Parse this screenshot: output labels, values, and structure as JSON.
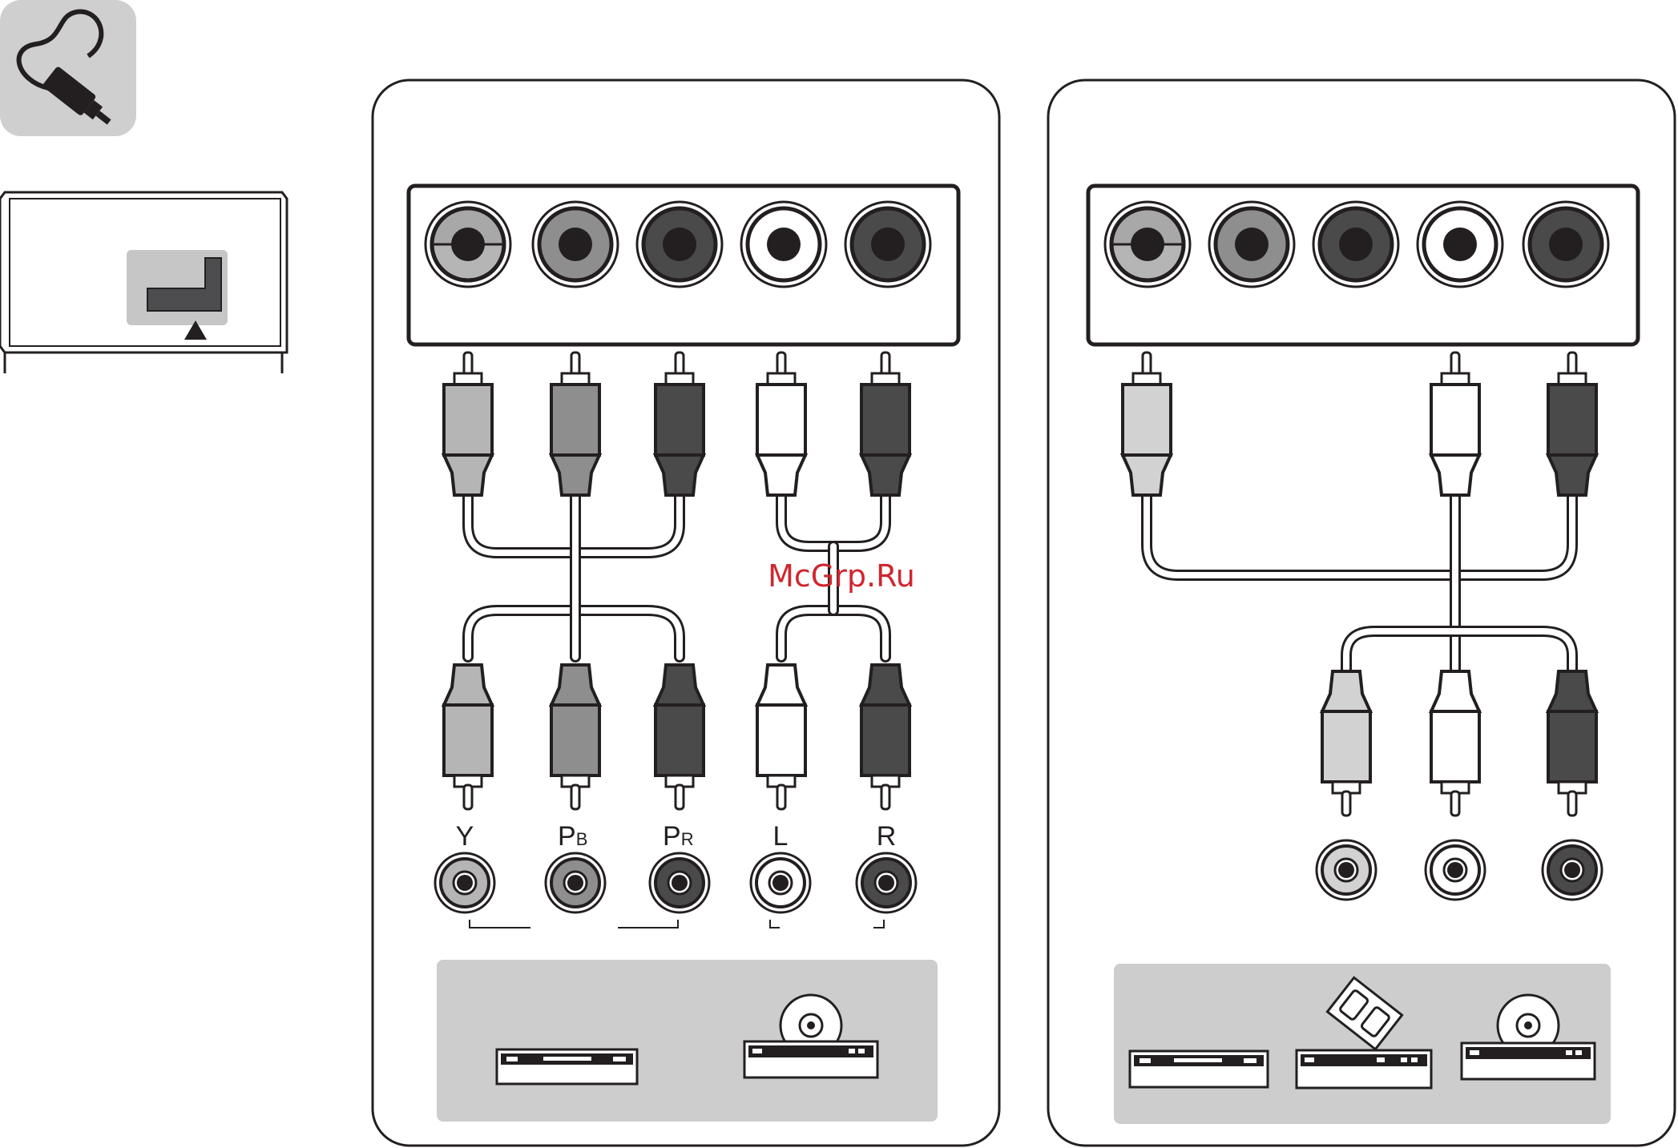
{
  "colors": {
    "green": "#b5b5b5",
    "blue": "#8e8e8e",
    "red": "#4a4a4a",
    "white": "#ffffff",
    "red_audio": "#4a4a4a",
    "yellow_video": "#d2d2d2",
    "panel_gray": "#cdcdcd",
    "outline": "#231f20"
  },
  "icons": {
    "cable": "cable-plug-icon",
    "tv": "tv-rear-panel-icon",
    "devices_left": [
      "dvd-player-icon",
      "disc-player-icon"
    ],
    "devices_right": [
      "dvd-player-icon",
      "camcorder-icon",
      "disc-player-icon"
    ]
  },
  "left_panel": {
    "labels": {
      "y": "Y",
      "pb_main": "P",
      "pb_sub": "B",
      "pr_main": "P",
      "pr_sub": "R",
      "l": "L",
      "r": "R"
    }
  },
  "watermark": "McGrp.Ru"
}
